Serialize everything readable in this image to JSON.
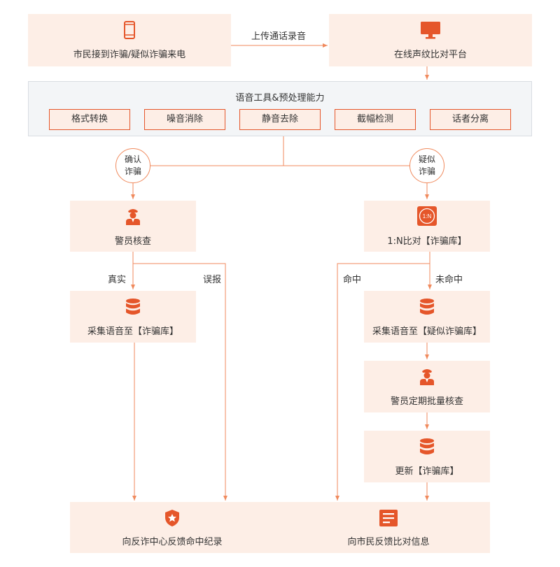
{
  "colors": {
    "accent": "#e5562a",
    "line": "#f08a5d",
    "box_fill": "#fdeee6",
    "panel_fill": "#f3f5f7"
  },
  "top": {
    "citizen": {
      "label": "市民接到诈骗/疑似诈骗来电",
      "icon": "phone-icon"
    },
    "upload_label": "上传通话录音",
    "platform": {
      "label": "在线声纹比对平台",
      "icon": "monitor-icon"
    }
  },
  "tools": {
    "title": "语音工具&预处理能力",
    "items": [
      "格式转换",
      "噪音消除",
      "静音去除",
      "截幅检测",
      "话者分离"
    ]
  },
  "branches": {
    "confirmed": "确认\n诈骗",
    "suspected": "疑似\n诈骗"
  },
  "left": {
    "police_check": {
      "label": "警员核查",
      "icon": "police-officer-icon"
    },
    "true_label": "真实",
    "false_label": "误报",
    "collect": {
      "label": "采集语音至【诈骗库】",
      "icon": "database-icon"
    }
  },
  "right": {
    "compare": {
      "label": "1:N比对【诈骗库】",
      "icon": "one-to-n-icon",
      "icon_text": "1:N"
    },
    "hit_label": "命中",
    "miss_label": "未命中",
    "collect": {
      "label": "采集语音至【疑似诈骗库】",
      "icon": "database-icon"
    },
    "batch_check": {
      "label": "警员定期批量核查",
      "icon": "police-officer-icon"
    },
    "update": {
      "label": "更新【诈骗库】",
      "icon": "database-icon"
    }
  },
  "bottom": {
    "feedback_center": {
      "label": "向反诈中心反馈命中纪录",
      "icon": "shield-star-icon"
    },
    "feedback_citizen": {
      "label": "向市民反馈比对信息",
      "icon": "message-list-icon"
    }
  }
}
